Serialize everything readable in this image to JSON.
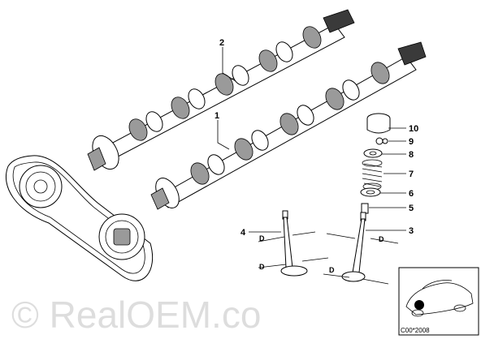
{
  "diagram": {
    "callouts": [
      {
        "id": "c2",
        "label": "2"
      },
      {
        "id": "c1",
        "label": "1"
      },
      {
        "id": "c10",
        "label": "10"
      },
      {
        "id": "c9",
        "label": "9"
      },
      {
        "id": "c8",
        "label": "8"
      },
      {
        "id": "c7",
        "label": "7"
      },
      {
        "id": "c6",
        "label": "6"
      },
      {
        "id": "c5",
        "label": "5"
      },
      {
        "id": "c3",
        "label": "3"
      },
      {
        "id": "c4",
        "label": "4"
      }
    ],
    "dimension_label": "D",
    "inset_code": "C00*2008",
    "watermark": "© RealOEM.co"
  }
}
